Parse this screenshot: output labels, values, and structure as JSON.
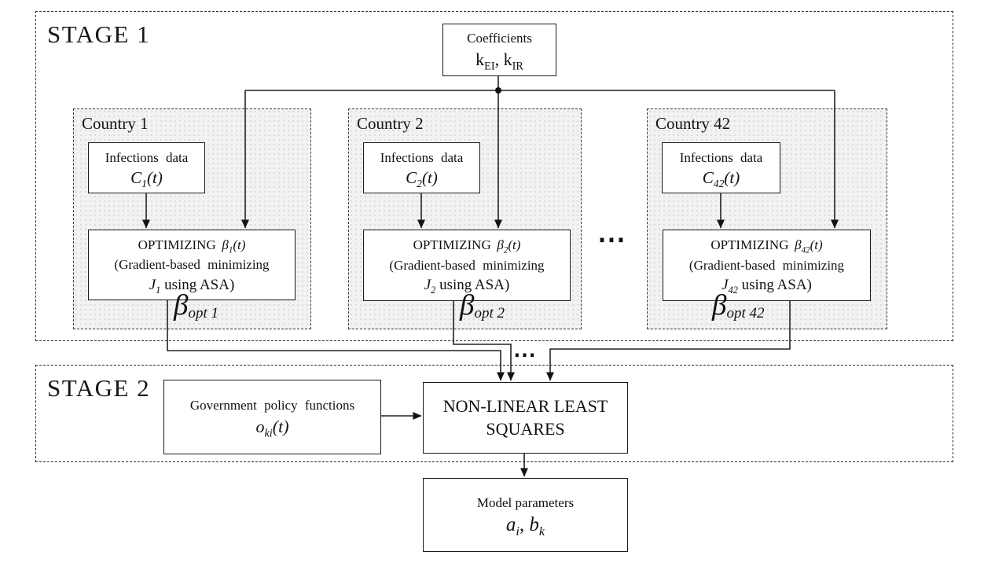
{
  "stage1": {
    "label": "STAGE 1",
    "coefficients": {
      "title": "Coefficients",
      "k1": "k",
      "k1_sub": "EI",
      "k2": ", k",
      "k2_sub": "IR"
    },
    "ellipsis": "⋯",
    "countries": [
      {
        "title": "Country 1",
        "infections_label": "Infections data",
        "c_base": "C",
        "c_sub": "1",
        "c_arg": "(t)",
        "opt_title": "OPTIMIZING",
        "opt_beta": "β",
        "opt_beta_sub": "1",
        "opt_beta_arg": "(t)",
        "opt_line2": "(Gradient-based minimizing",
        "opt_j": "J",
        "opt_j_sub": "1",
        "opt_line3": "using ASA)",
        "beta": "β",
        "beta_sub": "opt 1"
      },
      {
        "title": "Country 2",
        "infections_label": "Infections data",
        "c_base": "C",
        "c_sub": "2",
        "c_arg": "(t)",
        "opt_title": "OPTIMIZING",
        "opt_beta": "β",
        "opt_beta_sub": "2",
        "opt_beta_arg": "(t)",
        "opt_line2": "(Gradient-based minimizing",
        "opt_j": "J",
        "opt_j_sub": "2",
        "opt_line3": "using ASA)",
        "beta": "β",
        "beta_sub": "opt 2"
      },
      {
        "title": "Country 42",
        "infections_label": "Infections data",
        "c_base": "C",
        "c_sub": "42",
        "c_arg": "(t)",
        "opt_title": "OPTIMIZING",
        "opt_beta": "β",
        "opt_beta_sub": "42",
        "opt_beta_arg": "(t)",
        "opt_line2": "(Gradient-based minimizing",
        "opt_j": "J",
        "opt_j_sub": "42",
        "opt_line3": "using ASA)",
        "beta": "β",
        "beta_sub": "opt 42"
      }
    ]
  },
  "stage2": {
    "label": "STAGE 2",
    "ellipsis": "⋯",
    "gov": {
      "line1": "Government policy functions",
      "o_base": "o",
      "o_sub": "ki",
      "o_arg": "(t)"
    },
    "nlls": {
      "line1": "NON-LINEAR LEAST",
      "line2": "SQUARES"
    }
  },
  "output": {
    "line1": "Model parameters",
    "a_base": "a",
    "a_sub": "i",
    "b_base": ", b",
    "b_sub": "k"
  }
}
